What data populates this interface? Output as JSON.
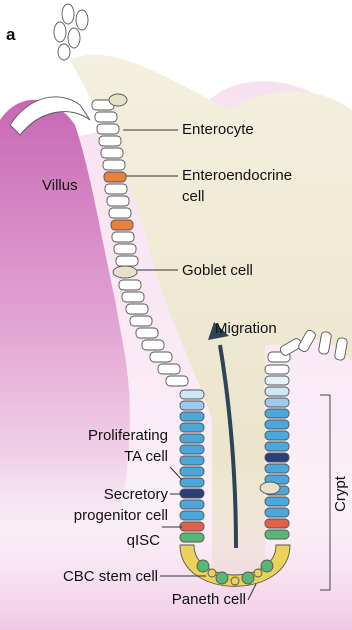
{
  "panel_letter": "a",
  "labels": {
    "villus": "Villus",
    "enterocyte": "Enterocyte",
    "enteroendocrine_line1": "Enteroendocrine",
    "enteroendocrine_line2": "cell",
    "goblet": "Goblet cell",
    "migration": "Migration",
    "proliferating_line1": "Proliferating",
    "proliferating_line2": "TA cell",
    "secretory_line1": "Secretory",
    "secretory_line2": "progenitor cell",
    "qisc": "qISC",
    "cbc": "CBC stem cell",
    "paneth": "Paneth cell",
    "crypt": "Crypt"
  },
  "colors": {
    "villus_pink": "#d98ac6",
    "tissue_cream": "#efe9d6",
    "enterocyte_fill": "#ffffff",
    "enteroendocrine": "#e8813a",
    "goblet": "#e8e0c8",
    "proliferating_blue": "#4aa8dc",
    "secretory_navy": "#27407a",
    "qisc_red": "#e0604a",
    "cbc_green": "#58b873",
    "paneth_yellow": "#ecd25a",
    "arrow": "#2d4356"
  }
}
